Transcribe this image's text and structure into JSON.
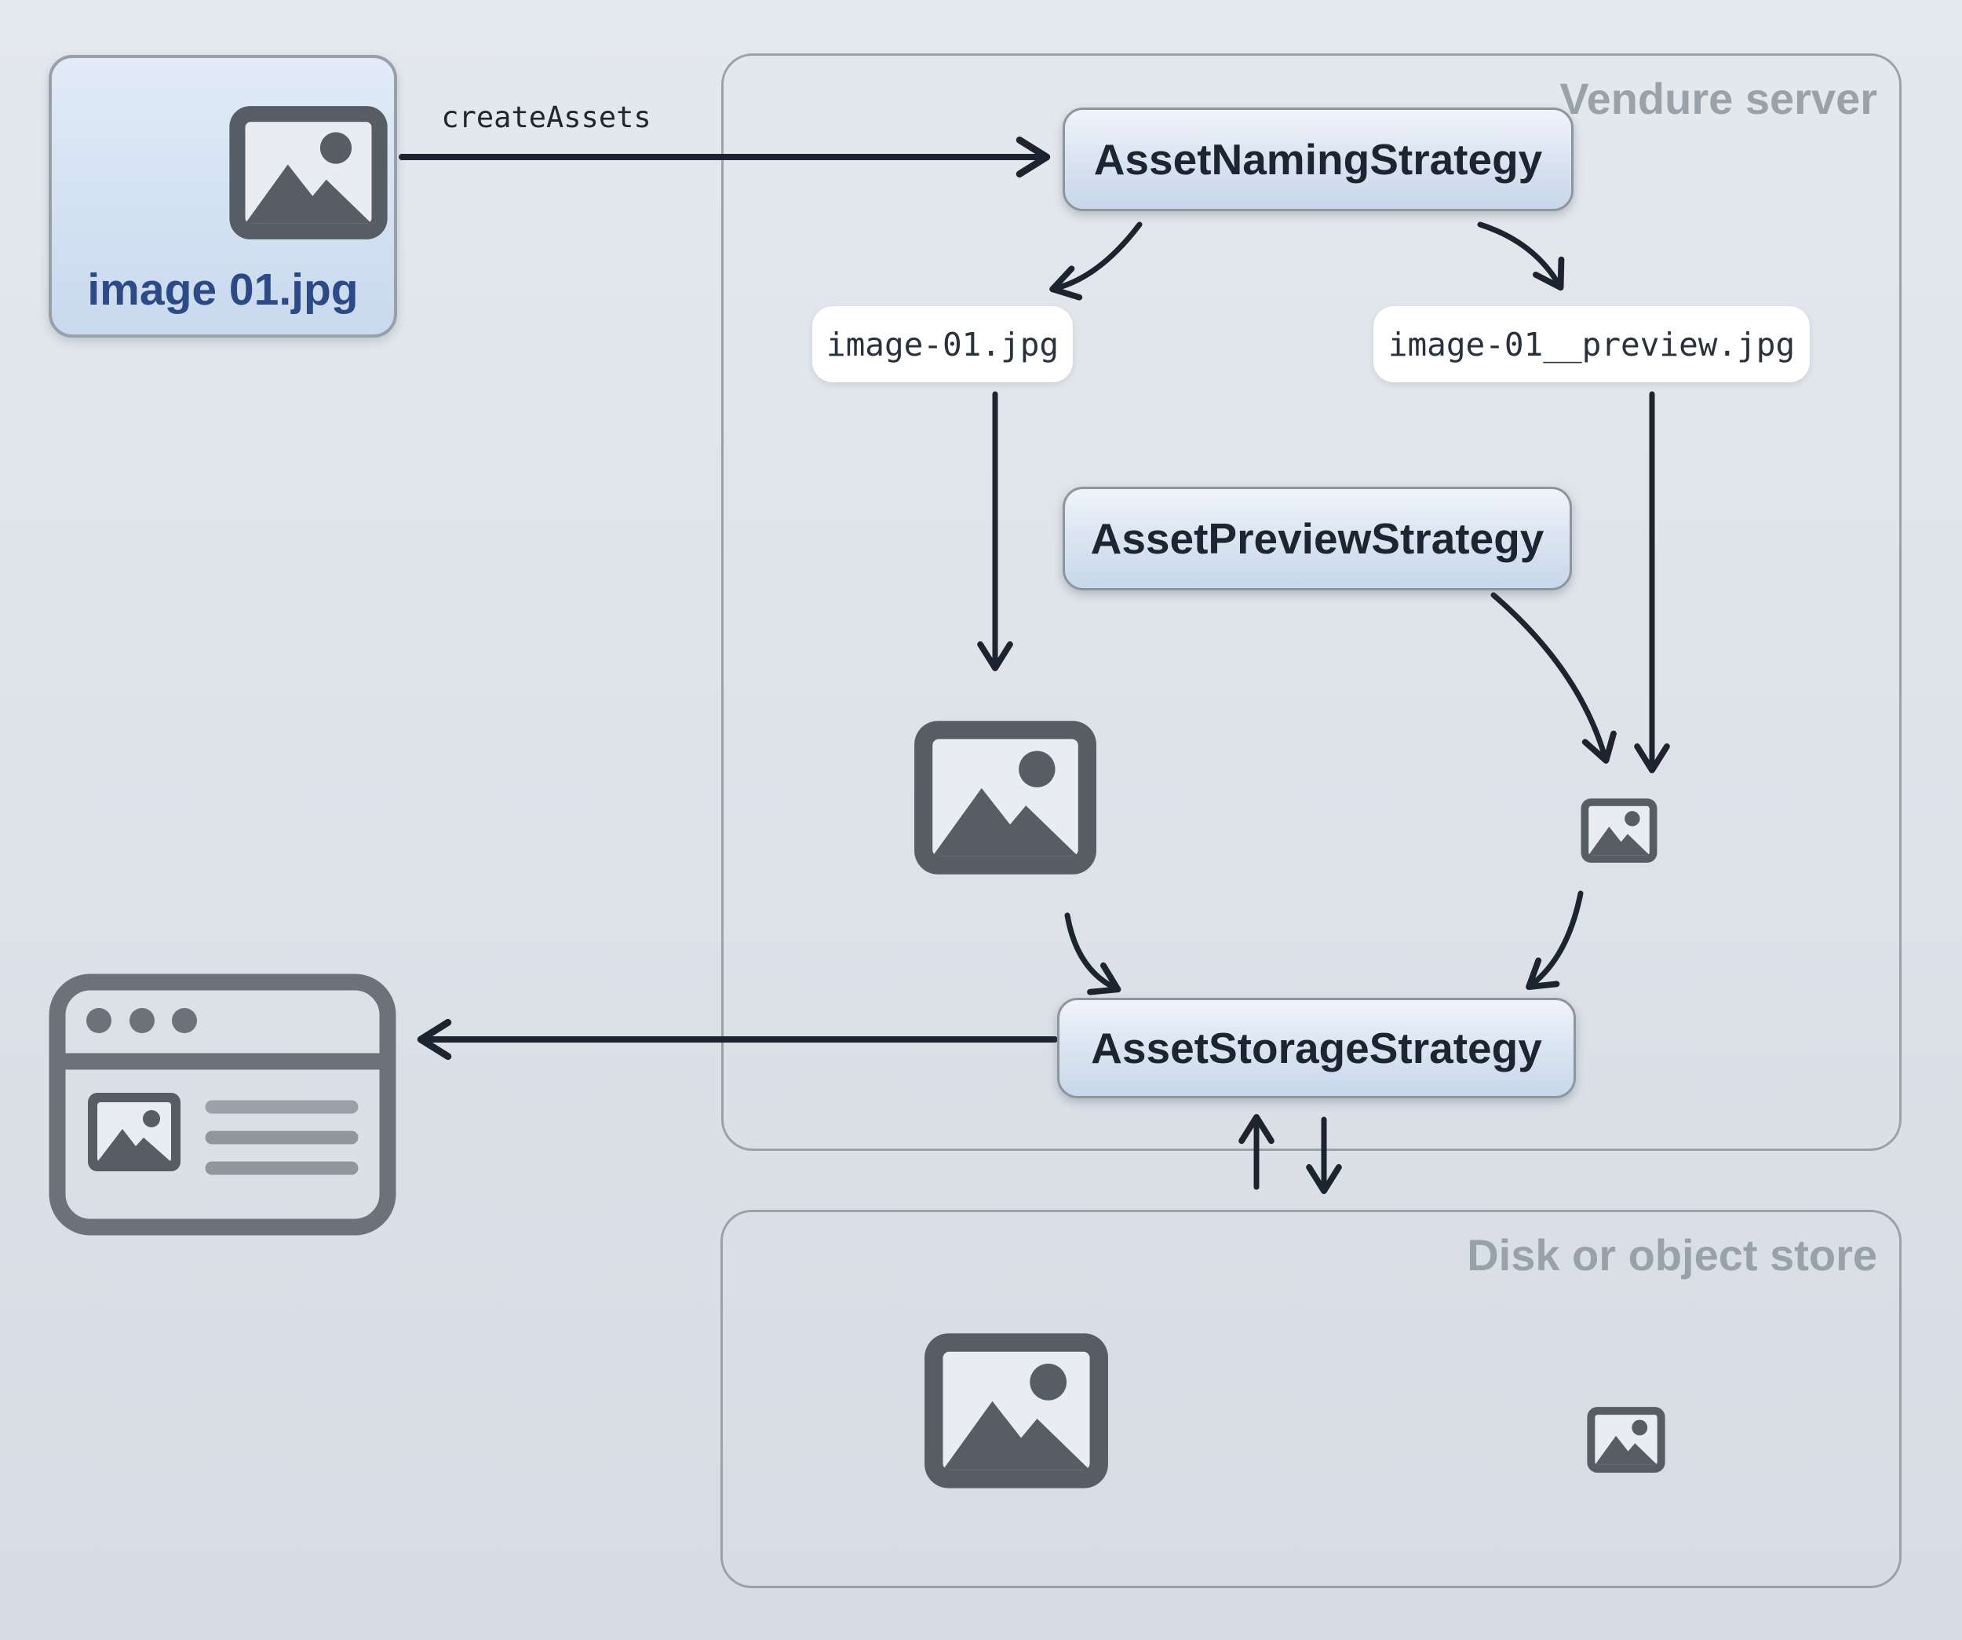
{
  "upload": {
    "label": "image 01.jpg"
  },
  "flow": {
    "create_assets_label": "createAssets"
  },
  "server_group": {
    "title": "Vendure server"
  },
  "store_group": {
    "title": "Disk or object store"
  },
  "nodes": {
    "naming": {
      "label": "AssetNamingStrategy"
    },
    "preview": {
      "label": "AssetPreviewStrategy"
    },
    "storage": {
      "label": "AssetStorageStrategy"
    }
  },
  "files": {
    "source": {
      "label": "image-01.jpg"
    },
    "preview": {
      "label": "image-01__preview.jpg"
    }
  },
  "colors": {
    "background_top": "#e4e9ee",
    "background_bottom": "#d5dce3",
    "group_outline": "#9aa2a9",
    "group_title_text": "#9aa2a9",
    "node_gradient_top": "#eff4fb",
    "node_gradient_bottom": "#c8d7eb",
    "node_border": "#8d959d",
    "node_text": "#1d2531",
    "chip_background": "#ffffff",
    "chip_text": "#2a313a",
    "file_label_text": "#2b4a86",
    "arrow_stroke": "#1c242f",
    "image_icon_gray": "#565d64",
    "browser_icon_gray": "#6b727a",
    "browser_line_gray": "#99a0a8"
  }
}
